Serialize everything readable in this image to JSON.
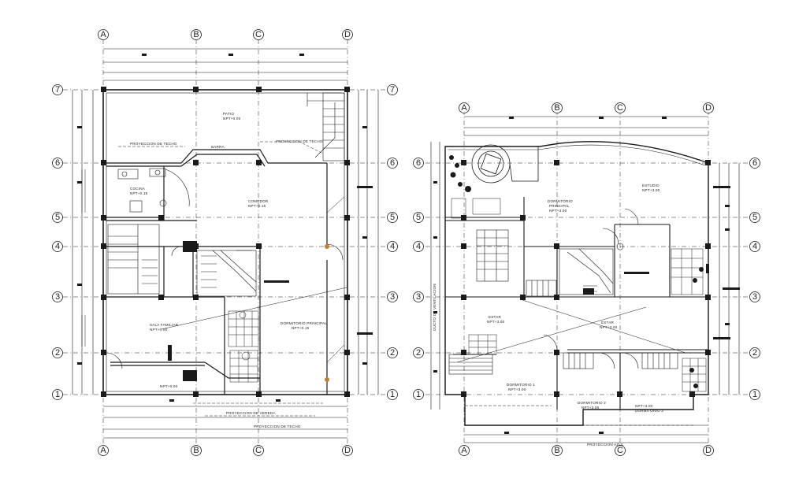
{
  "colors": {
    "line": "#1a1a1a",
    "background": "#ffffff"
  },
  "left_plan": {
    "col_labels": [
      "A",
      "B",
      "C",
      "D"
    ],
    "row_labels": [
      "7",
      "6",
      "5",
      "4",
      "3",
      "2",
      "1"
    ],
    "rooms": {
      "patio": "PATIO",
      "patio_level": "NPT+0.00",
      "proyeccion_techo_top": "PROYECCION DE TECHO",
      "proyeccion_techo_right": "PROYECCION DE TECHO",
      "cocina": "COCINA",
      "cocina_level": "NPT+0.15",
      "comedor": "COMEDOR",
      "comedor_level": "NPT+0.15",
      "sala_familiar": "SALA FAMILIAR",
      "sala_level": "NPT+0.00",
      "dormitorio_principal": "DORMITORIO PRINCIPAL",
      "dormitorio_level": "NPT+0.15",
      "entry_level": "NPT+0.00",
      "proyeccion_vereda": "PROYECCION DE VEREDA",
      "proyeccion_techo_bottom": "PROYECCION DE TECHO",
      "barra": "BARRA"
    }
  },
  "right_plan": {
    "col_labels": [
      "A",
      "B",
      "C",
      "D"
    ],
    "row_labels": [
      "6",
      "5",
      "4",
      "3",
      "2",
      "1"
    ],
    "rooms": {
      "dormitorio_principal": "DORMITORIO",
      "dormitorio_principal_2": "PRINCIPAL",
      "dormitorio_principal_level": "NPT+3.00",
      "estudio": "ESTUDIO",
      "estudio_level": "NPT+3.00",
      "estar": "ESTAR",
      "estar_level": "NPT+3.00",
      "estar2": "ESTAR",
      "estar2_level": "NPT+3.00",
      "dormitorio1": "DORMITORIO 1",
      "dormitorio1_level": "NPT+3.00",
      "dormitorio2": "DORMITORIO 2",
      "dormitorio2_level": "NPT+3.00",
      "dormitorio3": "DORMITORIO 3",
      "dormitorio3_level": "NPT+3.00",
      "proyeccion_bottom": "PROYECCION AZUL",
      "duct_label": "DUCTO DE VENTILACION"
    }
  }
}
